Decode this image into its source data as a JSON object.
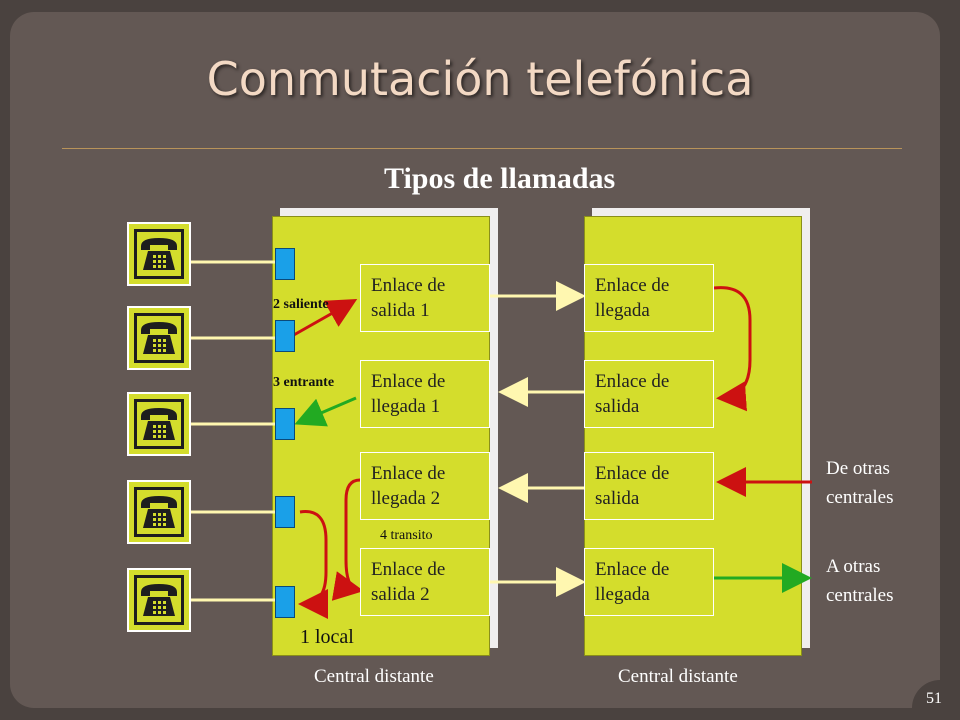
{
  "title": "Conmutación telefónica",
  "subtitle": "Tipos de llamadas",
  "phones": [
    {
      "icon": "telephone-icon"
    },
    {
      "icon": "telephone-icon"
    },
    {
      "icon": "telephone-icon"
    },
    {
      "icon": "telephone-icon"
    },
    {
      "icon": "telephone-icon"
    }
  ],
  "left_central": {
    "label": "Central distante",
    "boxes": [
      {
        "line1": "Enlace de",
        "line2": "salida 1"
      },
      {
        "line1": "Enlace de",
        "line2": "llegada 1"
      },
      {
        "line1": "Enlace de",
        "line2": "llegada 2"
      },
      {
        "line1": "Enlace de",
        "line2": "salida 2"
      }
    ],
    "labels": {
      "saliente": "2 saliente",
      "entrante": "3 entrante",
      "transito": "4 transito",
      "local": "1 local"
    }
  },
  "right_central": {
    "label": "Central distante",
    "boxes": [
      {
        "line1": "Enlace de",
        "line2": "llegada"
      },
      {
        "line1": "Enlace de",
        "line2": "salida"
      },
      {
        "line1": "Enlace de",
        "line2": "salida"
      },
      {
        "line1": "Enlace de",
        "line2": "llegada"
      }
    ]
  },
  "side_labels": {
    "from_other_line1": "De otras",
    "from_other_line2": "centrales",
    "to_other_line1": "A otras",
    "to_other_line2": "centrales"
  },
  "page_number": "51",
  "colors": {
    "background": "#635854",
    "central_fill": "#d4dd2c",
    "port": "#1aa0e8",
    "red_arrow": "#cc1111",
    "green_arrow": "#22aa22",
    "trunk_line": "#fff7b0"
  }
}
